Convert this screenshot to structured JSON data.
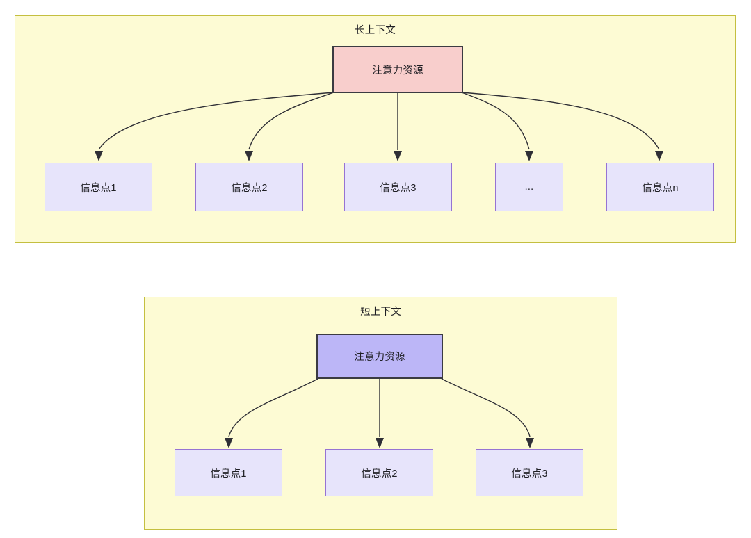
{
  "diagram": {
    "title": "",
    "panels": [
      {
        "id": "long-context",
        "title": "长上下文",
        "root": {
          "label": "注意力资源",
          "fill": "#f8cecc",
          "stroke": "#3b3b42"
        },
        "children": [
          {
            "label": "信息点1"
          },
          {
            "label": "信息点2"
          },
          {
            "label": "信息点3"
          },
          {
            "label": "..."
          },
          {
            "label": "信息点n"
          }
        ]
      },
      {
        "id": "short-context",
        "title": "短上下文",
        "root": {
          "label": "注意力资源",
          "fill": "#bcb6f7",
          "stroke": "#3b3b42"
        },
        "children": [
          {
            "label": "信息点1"
          },
          {
            "label": "信息点2"
          },
          {
            "label": "信息点3"
          }
        ]
      }
    ],
    "colors": {
      "panel_fill": "#fdfbd4",
      "panel_stroke": "#c4bf40",
      "info_fill": "#e7e4fb",
      "info_stroke": "#9673d3",
      "edge_stroke": "#2f2f36",
      "text": "#1f1f24",
      "page_background": "#ffffff"
    }
  }
}
